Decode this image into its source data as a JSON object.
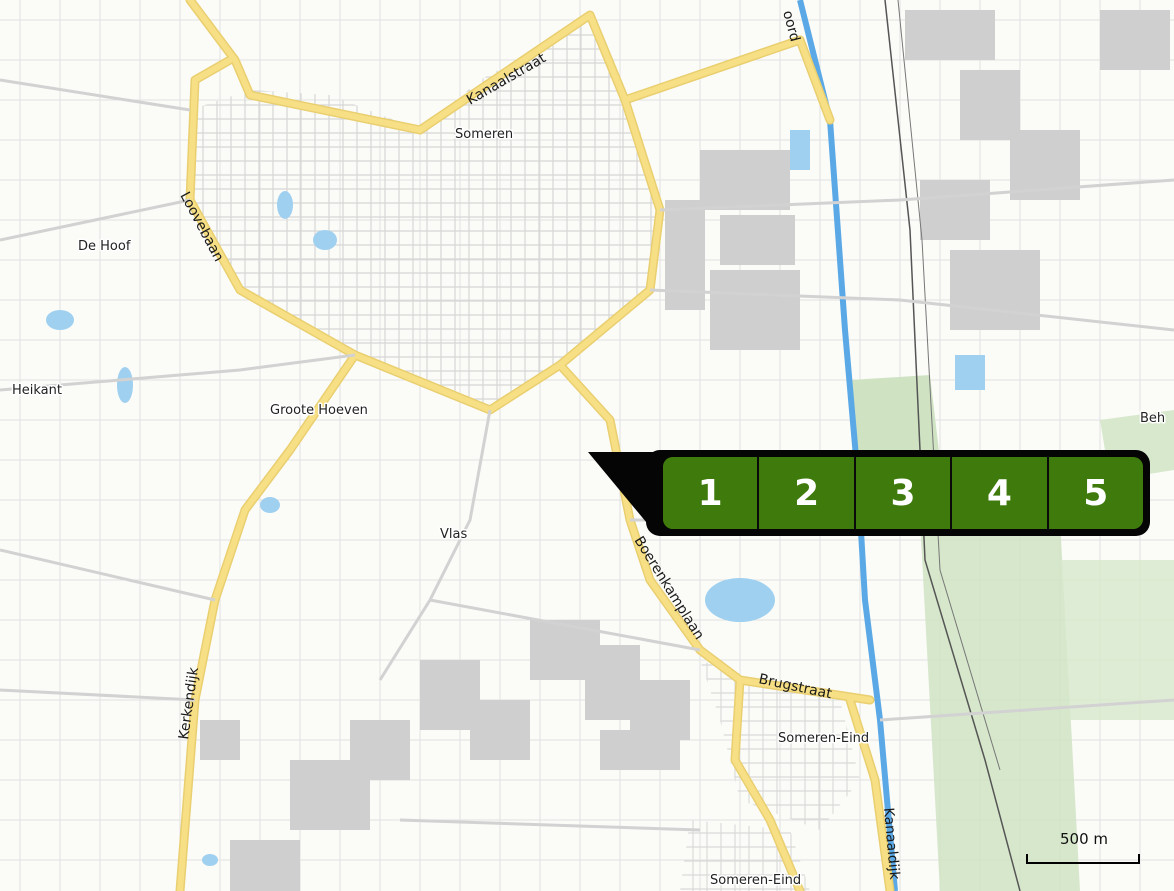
{
  "map": {
    "place_labels": {
      "someren": "Someren",
      "de_hoof": "De Hoof",
      "heikant": "Heikant",
      "groote_hoeven": "Groote Hoeven",
      "vlas": "Vlas",
      "someren_eind": "Someren-Eind",
      "someren_eind_south": "Someren-Eind",
      "beh": "Beh"
    },
    "road_labels": {
      "kanaalstraat": "Kanaalstraat",
      "loovebaan": "Loovebaan",
      "kerkendijk": "Kerkendijk",
      "boerenkamplaan": "Boerenkamplaan",
      "brugstraat": "Brugstraat",
      "kanaaldijk": "Kanaaldijk",
      "noord": "oord"
    },
    "colors": {
      "background": "#fbfbf8",
      "main_road": "#f7df86",
      "main_road_casing": "#e9cf6f",
      "minor_road": "#d9d9d9",
      "canal": "#5aa9e6",
      "water": "#9fd0f0",
      "green": "#cfe3c3",
      "industrial": "#cfcfcf",
      "railway": "#555555"
    }
  },
  "rating": {
    "options": [
      "1",
      "2",
      "3",
      "4",
      "5"
    ],
    "colors": {
      "frame": "#050505",
      "cell": "#3f7a0c",
      "text": "#ffffff"
    }
  },
  "scale": {
    "label": "500 m"
  }
}
